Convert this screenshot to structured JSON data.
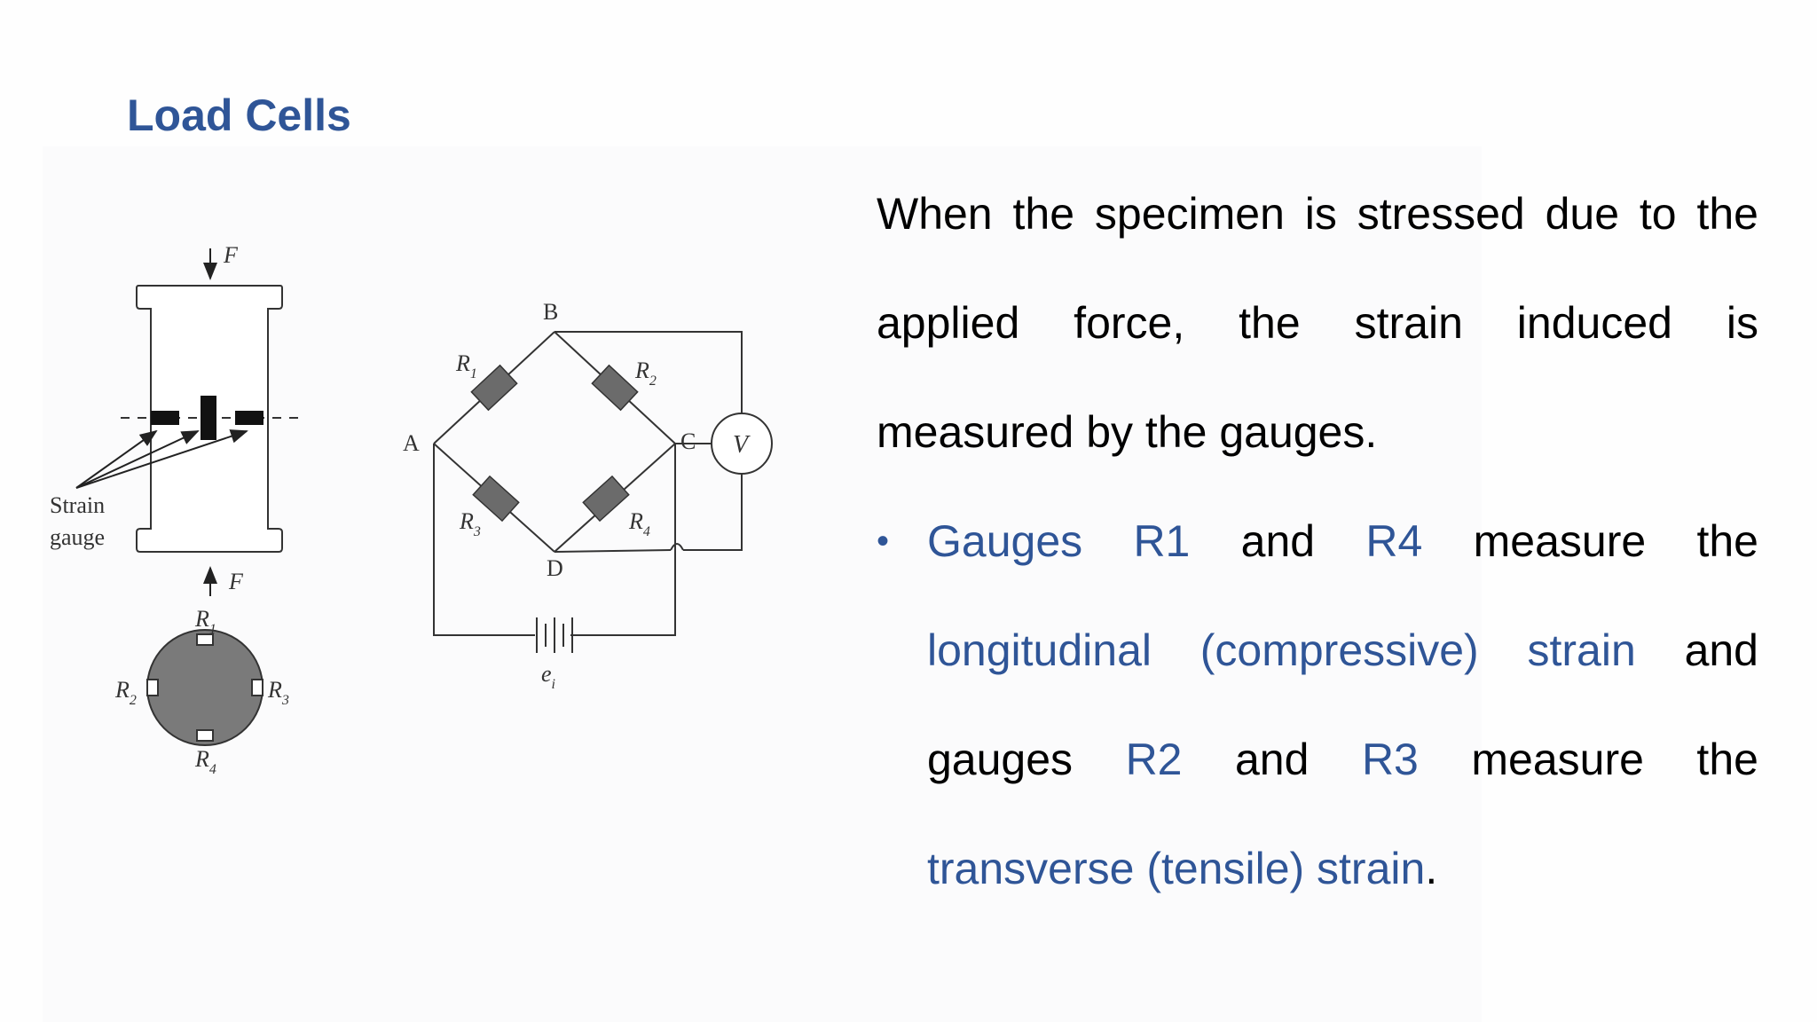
{
  "title": "Load Cells",
  "paragraph": "When the specimen is stressed due to the applied force, the strain induced is measured by the gauges.",
  "bullet": {
    "marker": "•",
    "gauges_prefix": "Gauges",
    "r1": "R1",
    "and_1": "and",
    "r4": "R4",
    "measure_the_1": "measure the",
    "longitudinal": "longitudinal (compressive) strain",
    "and_2": "and gauges",
    "r2": "R2",
    "and_3": "and",
    "r3": "R3",
    "measure_the_2": "measure the",
    "transverse": "transverse (tensile) strain",
    "period": "."
  },
  "figure": {
    "force_top": "F",
    "force_bottom": "F",
    "strain_label_1": "Strain",
    "strain_label_2": "gauge",
    "cross_r1": "R",
    "cross_r1_sub": "1",
    "cross_r2": "R",
    "cross_r2_sub": "2",
    "cross_r3": "R",
    "cross_r3_sub": "3",
    "cross_r4": "R",
    "cross_r4_sub": "4",
    "node_a": "A",
    "node_b": "B",
    "node_c": "C",
    "node_d": "D",
    "bridge_r1": "R",
    "bridge_r1_sub": "1",
    "bridge_r2": "R",
    "bridge_r2_sub": "2",
    "bridge_r3": "R",
    "bridge_r3_sub": "3",
    "bridge_r4": "R",
    "bridge_r4_sub": "4",
    "voltmeter": "V",
    "source": "e",
    "source_sub": "i"
  },
  "colors": {
    "title": "#2f5597",
    "highlight": "#2f5597",
    "resistor_fill": "#6b6b6b",
    "cross_section_fill": "#7a7a7a"
  }
}
